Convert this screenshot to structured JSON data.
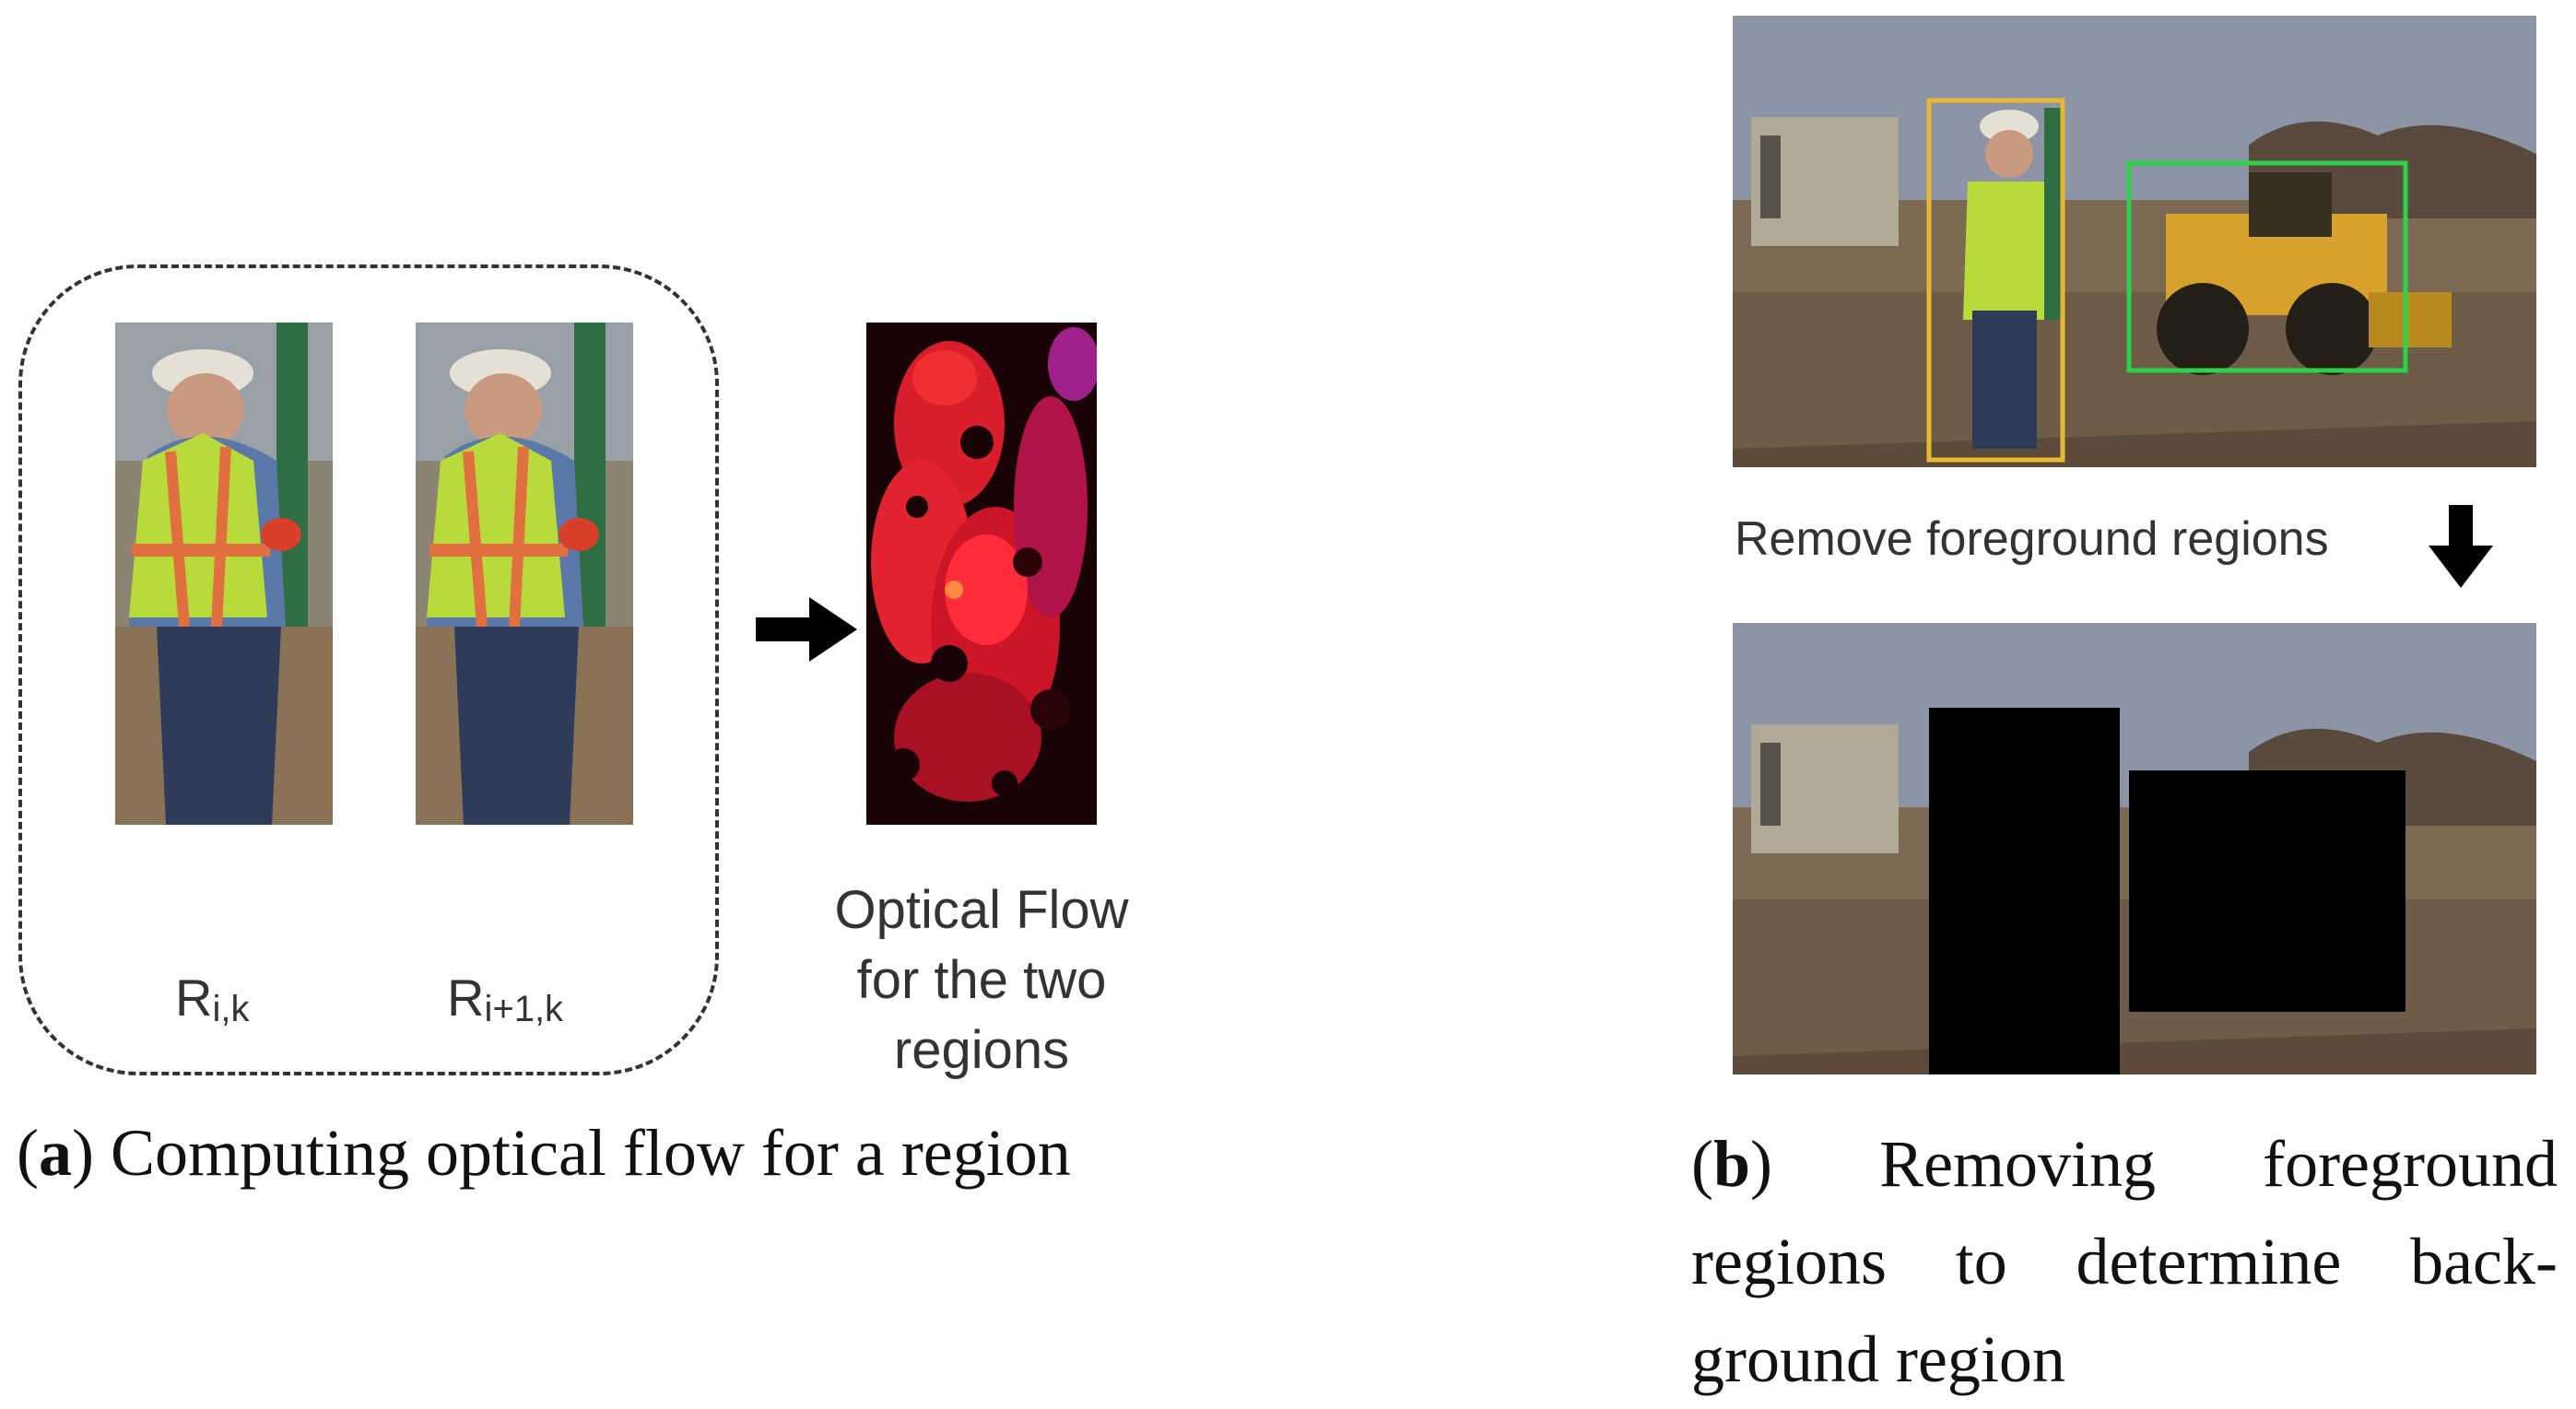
{
  "panel_a": {
    "region_label_1": {
      "base": "R",
      "sub": "i,k"
    },
    "region_label_2": {
      "base": "R",
      "sub": "i+1,k"
    },
    "flow_caption": [
      "Optical Flow",
      "for the two",
      "regions"
    ],
    "caption_letter": "a",
    "caption_text": "Computing optical flow for a region"
  },
  "panel_b": {
    "step_label": "Remove foreground regions",
    "caption_letter": "b",
    "caption_text": "Removing foreground regions to determine back-ground region",
    "box_colors": {
      "person": "#e8b830",
      "loader": "#2fd04a"
    }
  }
}
